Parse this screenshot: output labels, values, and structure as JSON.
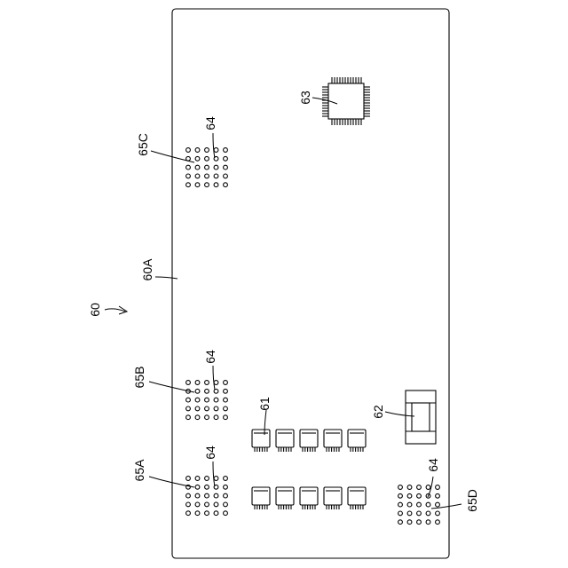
{
  "labels": {
    "device": "60",
    "board_surface": "60A",
    "component_61": "61",
    "component_62": "62",
    "component_63": "63",
    "via_c": "64",
    "via_b": "64",
    "via_a": "64",
    "via_d": "64",
    "group_c": "65C",
    "group_b": "65B",
    "group_a": "65A",
    "group_d": "65D"
  },
  "colors": {
    "line": "#000000",
    "background": "#ffffff"
  }
}
